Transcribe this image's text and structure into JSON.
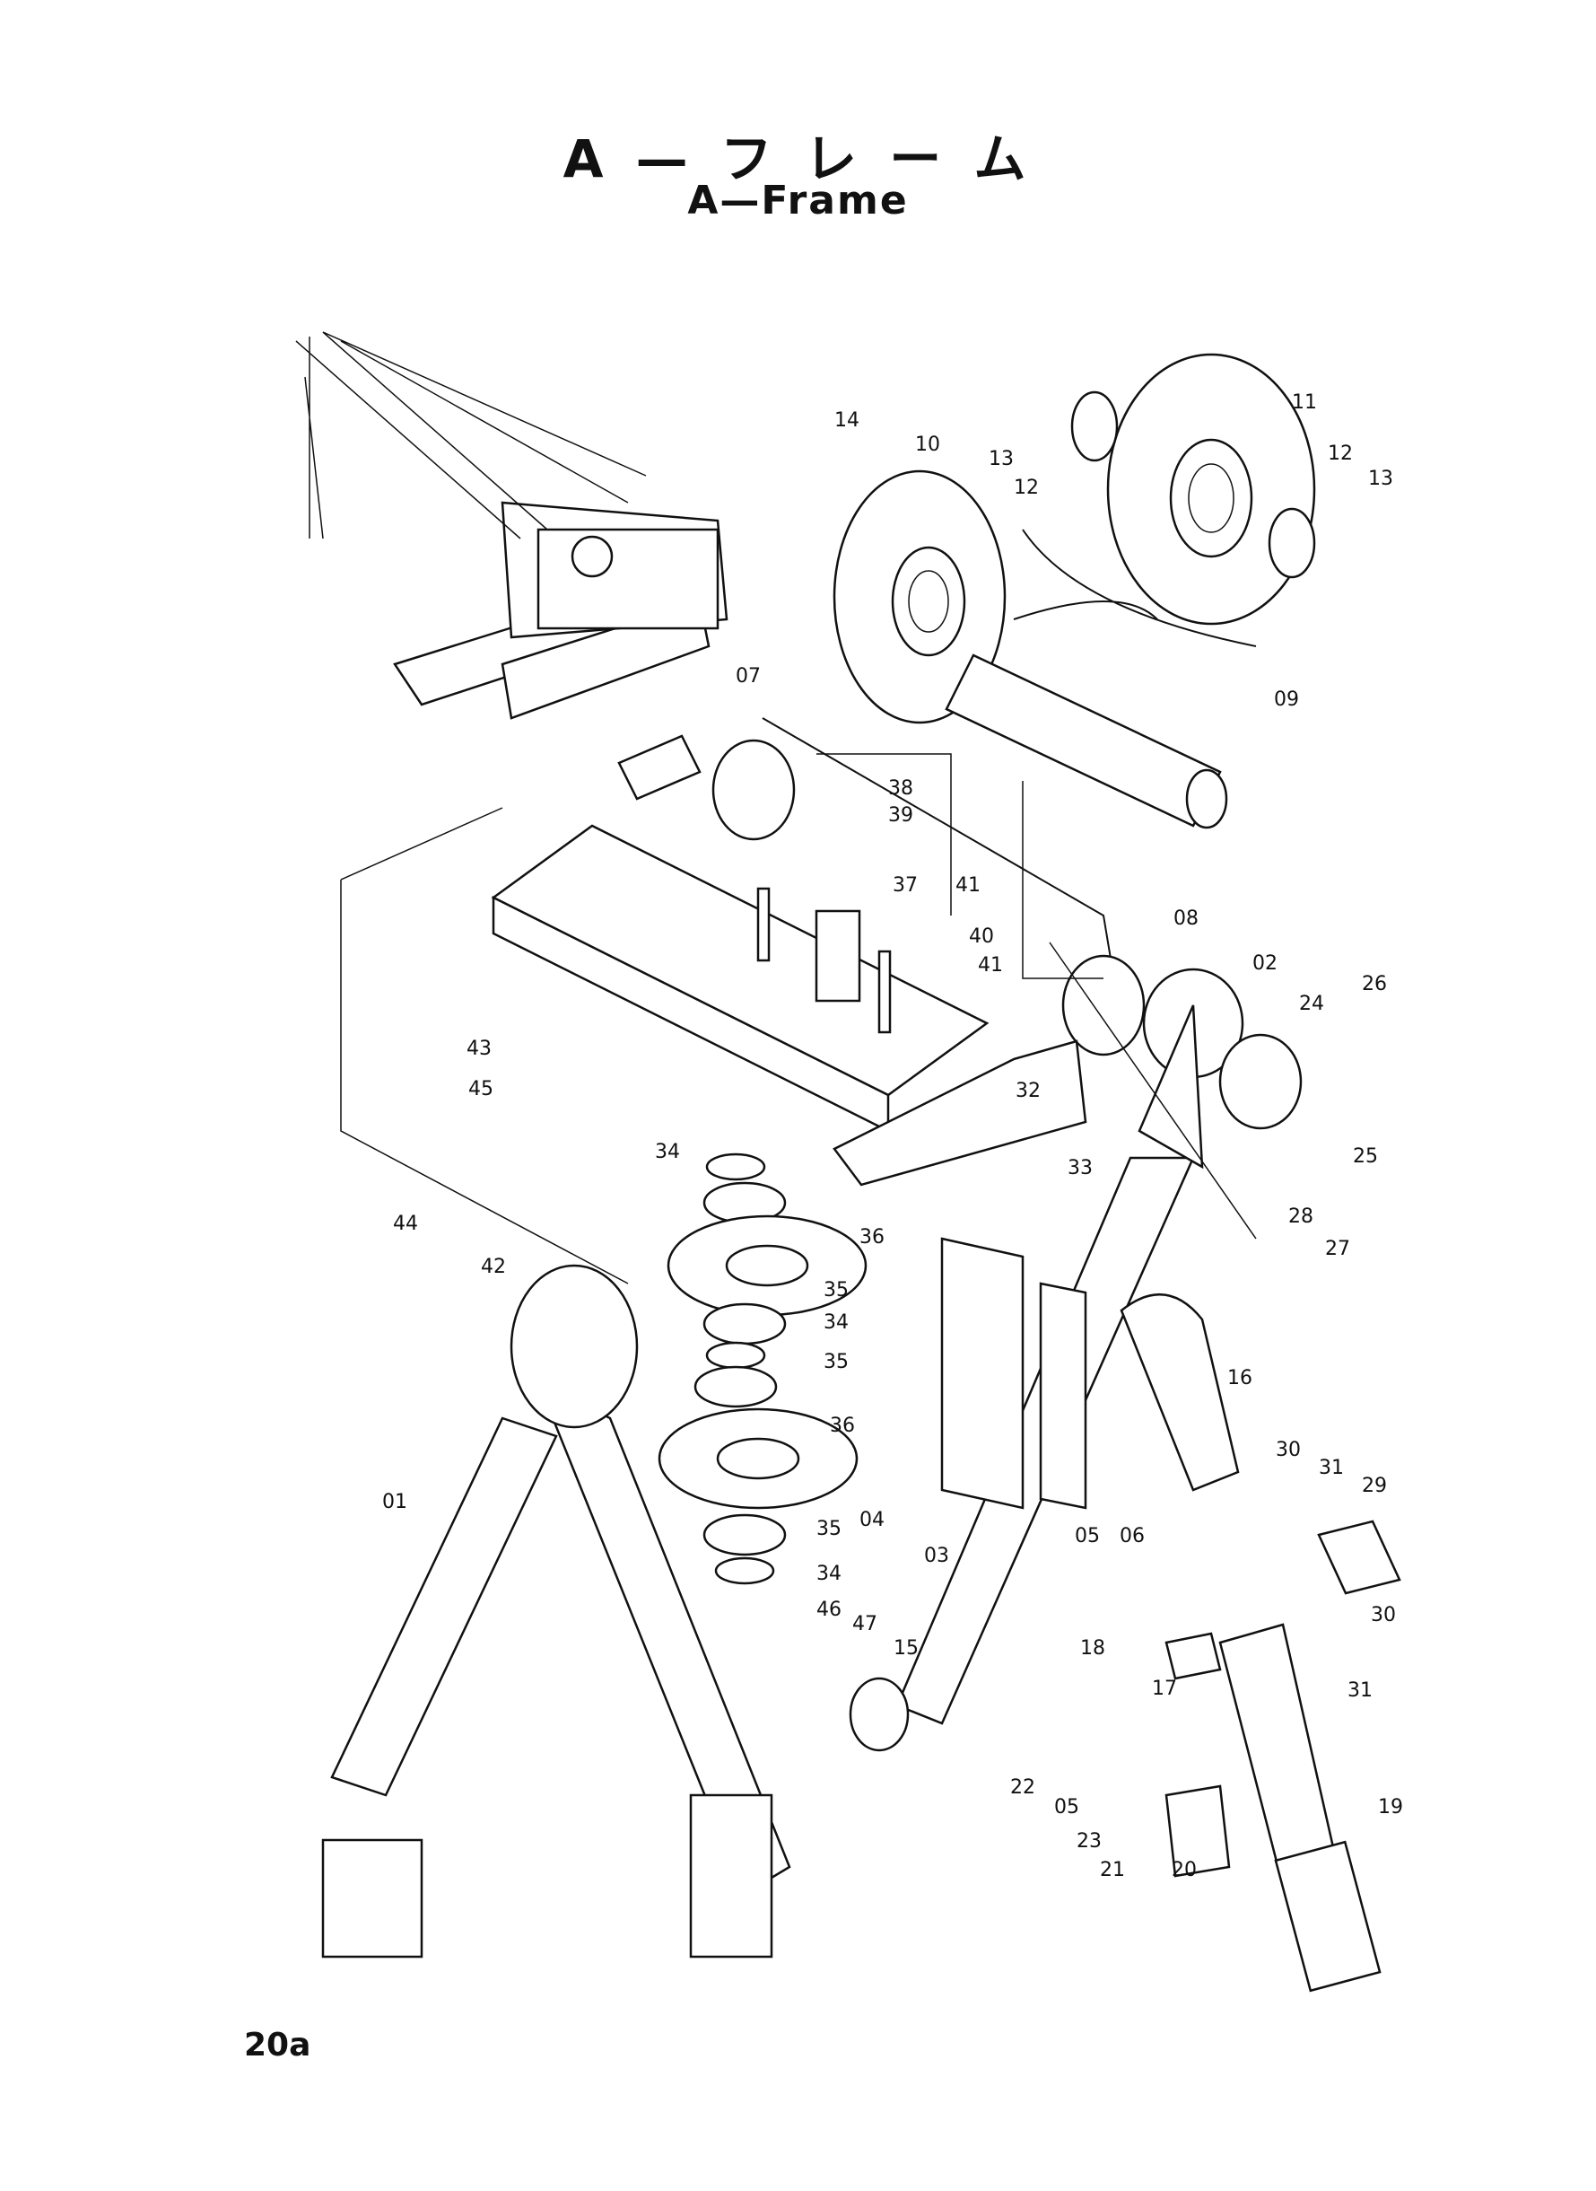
{
  "title": {
    "jp": "A — フ レ ー ム",
    "en": "A—Frame"
  },
  "page_number": "20a",
  "callouts": [
    "14",
    "10",
    "11",
    "13",
    "12",
    "12",
    "13",
    "07",
    "09",
    "38",
    "39",
    "37",
    "41",
    "40",
    "41",
    "08",
    "02",
    "24",
    "26",
    "43",
    "45",
    "34",
    "35",
    "36",
    "35",
    "34",
    "35",
    "36",
    "35",
    "34",
    "32",
    "33",
    "25",
    "28",
    "27",
    "44",
    "42",
    "16",
    "01",
    "04",
    "03",
    "05",
    "06",
    "30",
    "31",
    "29",
    "46",
    "47",
    "15",
    "18",
    "17",
    "30",
    "31",
    "22",
    "05",
    "23",
    "21",
    "20",
    "19"
  ]
}
